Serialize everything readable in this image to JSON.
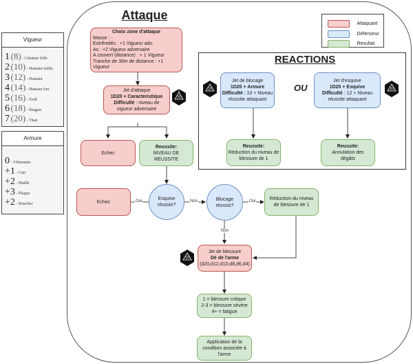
{
  "vigueur": {
    "title": "Vigueur",
    "rows": [
      {
        "level": "1",
        "value": "(8)",
        "label": "- Créature frêle"
      },
      {
        "level": "2",
        "value": "(10)",
        "label": "- Humain faible"
      },
      {
        "level": "3",
        "value": "(12)",
        "label": "- Humain"
      },
      {
        "level": "4",
        "value": "(14)",
        "label": "- Humain fort"
      },
      {
        "level": "5",
        "value": "(16)",
        "label": "- Troll"
      },
      {
        "level": "6",
        "value": "(18)",
        "label": "- Dragon"
      },
      {
        "level": "7",
        "value": "(20)",
        "label": "- Titan"
      }
    ]
  },
  "armure": {
    "title": "Armure",
    "rows": [
      {
        "value": "0",
        "label": "- Vêtements"
      },
      {
        "value": "+1",
        "label": "- Cuir"
      },
      {
        "value": "+2",
        "label": "- Maille"
      },
      {
        "value": "+3",
        "label": "- Plaque"
      },
      {
        "value": "+2",
        "label": "- Bouclier"
      }
    ]
  },
  "legend": {
    "items": [
      {
        "label": "Attaquant",
        "color": "#f8cecc"
      },
      {
        "label": "Défenseur",
        "color": "#dae8fc"
      },
      {
        "label": "Resultat",
        "color": "#d5e8d4"
      }
    ]
  },
  "attaque": {
    "title": "Attaque",
    "zone": {
      "heading": "Choix zone d'attaque",
      "lines": [
        "Masse : -",
        "Extrêmités : +1 Vigueur adv.",
        "As : +2 Vigueur adversaire",
        "A couvert (distance) : + 1 Vigueur",
        "Tranche de 30m de distance : +1 Vigueur"
      ]
    },
    "jet_attaque": {
      "line1": "Jet d'attaque",
      "line2": "1D20 + Caracteristique",
      "difficulty_label": "Difficulté",
      "difficulty_text": " : niveau de vigueur adversaire"
    },
    "echec1": "Echec",
    "reussite": {
      "heading": "Reussite:",
      "text": "NIVEAU DE REUSSITE"
    },
    "esquive_q": "Esquive réussie?",
    "echec2": "Echec",
    "blocage_q": "Blocage réussis?",
    "reduction": "Réduction du niveau de blessure de 1",
    "edge_labels": {
      "oui1": "Oui",
      "non1": "Non",
      "oui2": "Oui",
      "non2": "Non"
    },
    "jet_blessure": {
      "line1": "Jet de blessure",
      "line2": "Dé de l'arme",
      "line3": "(d20,d12,d10,d8,d6,d4)"
    },
    "blessure_table": [
      "1 = blessure critique",
      "2-3 = blessure sévère",
      "4+ = fatigue"
    ],
    "application": "Application de la condition associée à l'arme"
  },
  "reactions": {
    "title": "REACTIONS",
    "ou": "OU",
    "blocage": {
      "line1": "Jet de blocage",
      "line2": "1D20 + Armure",
      "difficulty_label": "Difficulté",
      "difficulty_text": " : 10 + Niveau réussite attaquant"
    },
    "esquive": {
      "line1": "Jet d'esquive",
      "line2": "1D20 + Esquive",
      "difficulty_label": "Difficulté",
      "difficulty_text": " : 12 + Niveau réussite attaquant"
    },
    "blocage_result": {
      "heading": "Reussite:",
      "text": "Réduction du niveau de blessure de 1"
    },
    "esquive_result": {
      "heading": "Reussite:",
      "text": "Annulation des dégâts"
    }
  },
  "dice": {
    "label": "20"
  }
}
